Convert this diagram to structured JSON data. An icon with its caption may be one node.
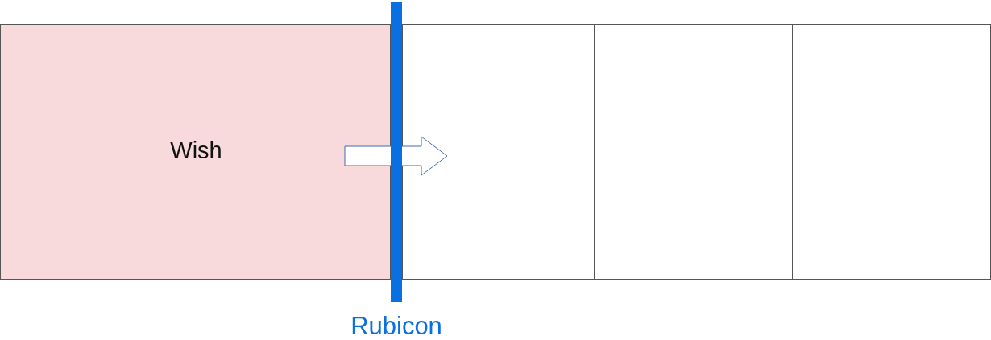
{
  "diagram": {
    "nodes": [
      {
        "text": [
          "Wish"
        ]
      },
      {
        "text": [],
        "shape": "box"
      },
      {
        "text": [],
        "shape": "box"
      },
      {
        "text": [],
        "shape": "box"
      },
      {
        "text": [
          "Rubicon"
        ]
      }
    ],
    "edges": [
      {
        "from": 0,
        "to": 1,
        "arrow": "to"
      }
    ]
  }
}
